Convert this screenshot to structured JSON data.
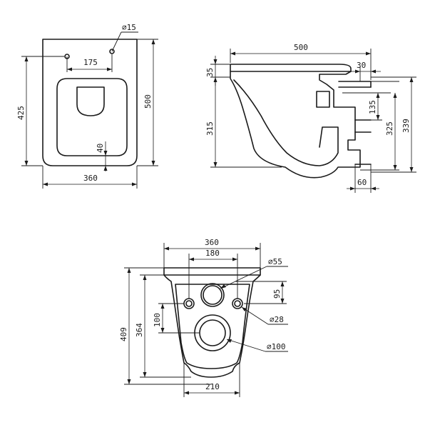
{
  "top_view": {
    "hole_diameter": "⌀15",
    "hole_spacing": "175",
    "seat_length": "425",
    "total_length": "500",
    "front_offset": "40",
    "width": "360"
  },
  "side_view": {
    "length": "500",
    "rim_thickness": "35",
    "back_offset": "30",
    "bowl_height": "315",
    "outlet_height": "135",
    "inlet_height": "325",
    "total_height": "339",
    "outlet_width": "60"
  },
  "rear_view": {
    "width": "360",
    "bolt_spacing": "180",
    "inlet_diameter": "⌀55",
    "inlet_drop": "95",
    "bolt_diameter": "⌀28",
    "bolt_to_outlet": "100",
    "outer_height": "409",
    "inner_height": "364",
    "outlet_diameter": "⌀100",
    "base_width": "210"
  }
}
